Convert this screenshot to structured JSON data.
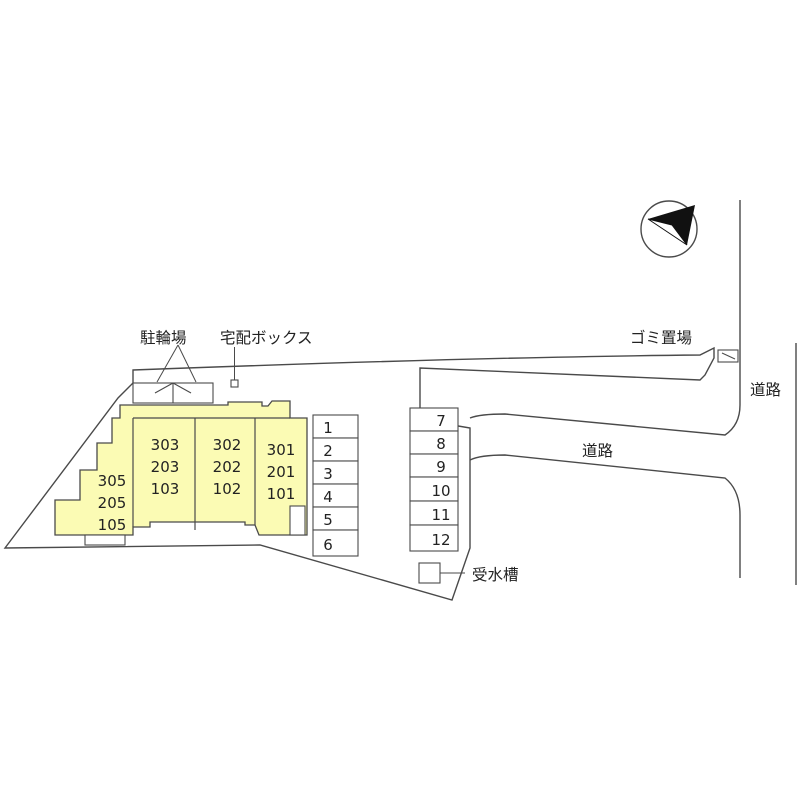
{
  "labels": {
    "bicycle_parking": "駐輪場",
    "delivery_box": "宅配ボックス",
    "garbage_area": "ゴミ置場",
    "road_right": "道路",
    "road_middle": "道路",
    "water_tank": "受水槽"
  },
  "units": {
    "column_1": [
      "305",
      "205",
      "105"
    ],
    "column_2": [
      "303",
      "203",
      "103"
    ],
    "column_3": [
      "302",
      "202",
      "102"
    ],
    "column_4": [
      "301",
      "201",
      "101"
    ]
  },
  "parking_left": [
    "1",
    "2",
    "3",
    "4",
    "5",
    "6"
  ],
  "parking_right": [
    "7",
    "8",
    "9",
    "10",
    "11",
    "12"
  ],
  "colors": {
    "building_fill": "#fbfbb4",
    "line": "#4a4a4a"
  },
  "icons": {
    "compass": "north-arrow-icon"
  }
}
